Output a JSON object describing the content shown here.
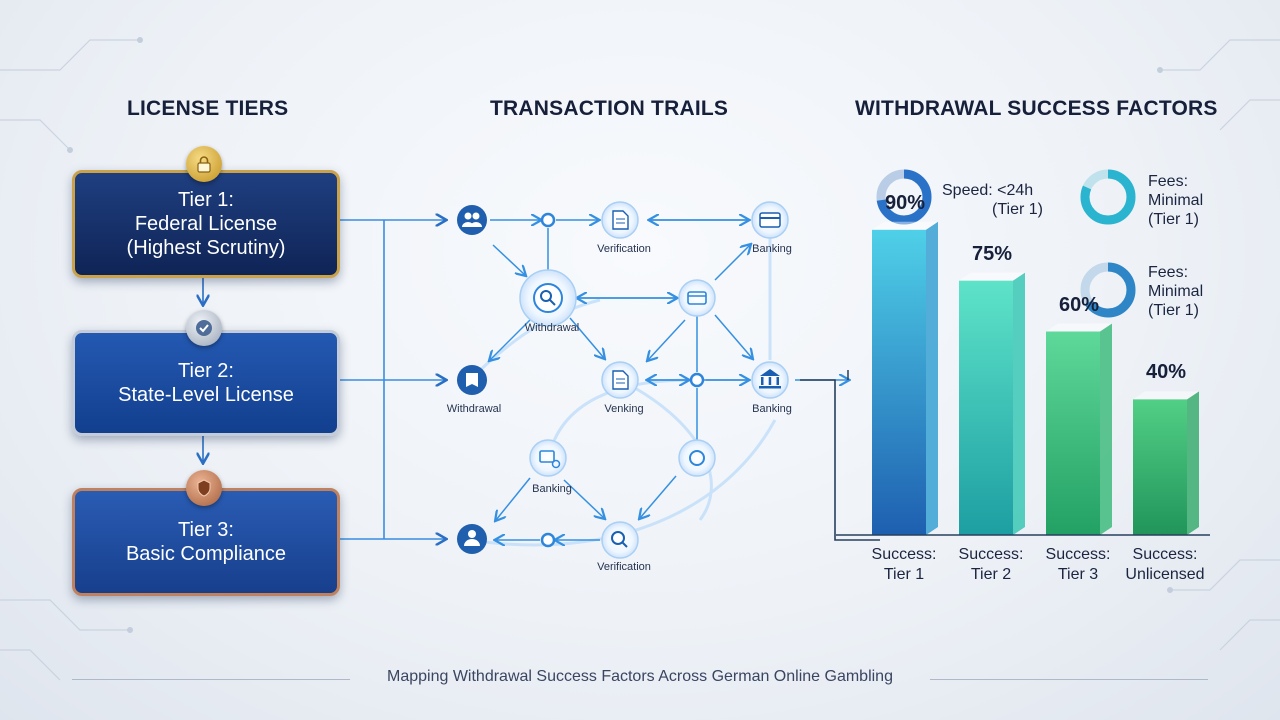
{
  "sections": {
    "license_tiers_title": "LICENSE TIERS",
    "transaction_trails_title": "TRANSACTION TRAILS",
    "withdrawal_factors_title": "WITHDRAWAL SUCCESS FACTORS"
  },
  "tiers": [
    {
      "line1": "Tier 1:",
      "line2": "Federal License",
      "line3": "(Highest Scrutiny)",
      "badge": "lock-icon"
    },
    {
      "line1": "Tier 2:",
      "line2": "State-Level License",
      "badge": "check-icon"
    },
    {
      "line1": "Tier 3:",
      "line2": "Basic Compliance",
      "badge": "shield-icon"
    }
  ],
  "nodes": {
    "verification_top": "Verification",
    "banking_top": "Banking",
    "withdrawal_mid": "Withdrawal",
    "withdrawal_left": "Withdrawal",
    "venking": "Venking",
    "banking_right": "Banking",
    "banking_low": "Banking",
    "verification_bottom": "Verification"
  },
  "stats": {
    "speed_line1": "Speed: <24h",
    "speed_line2": "(Tier 1)",
    "fees1_line1": "Fees:",
    "fees1_line2": "Minimal",
    "fees1_line3": "(Tier 1)",
    "fees2_line1": "Fees:",
    "fees2_line2": "Minimal",
    "fees2_line3": "(Tier 1)"
  },
  "colors": {
    "bar1": "#2a9bd0",
    "bar2": "#2ec4b0",
    "bar3": "#35b877",
    "bar4": "#2ea866",
    "accent": "#2f8fe0"
  },
  "chart_data": {
    "type": "bar",
    "categories": [
      "Success:\nTier 1",
      "Success:\nTier 2",
      "Success:\nTier 3",
      "Success:\nUnlicensed"
    ],
    "category_lines": [
      [
        "Success:",
        "Tier 1"
      ],
      [
        "Success:",
        "Tier 2"
      ],
      [
        "Success:",
        "Tier 3"
      ],
      [
        "Success:",
        "Unlicensed"
      ]
    ],
    "values": [
      90,
      75,
      60,
      40
    ],
    "value_labels": [
      "90%",
      "75%",
      "60%",
      "40%"
    ],
    "ylim": [
      0,
      100
    ],
    "grid": false
  },
  "footer": "Mapping Withdrawal Success Factors Across German Online Gambling"
}
